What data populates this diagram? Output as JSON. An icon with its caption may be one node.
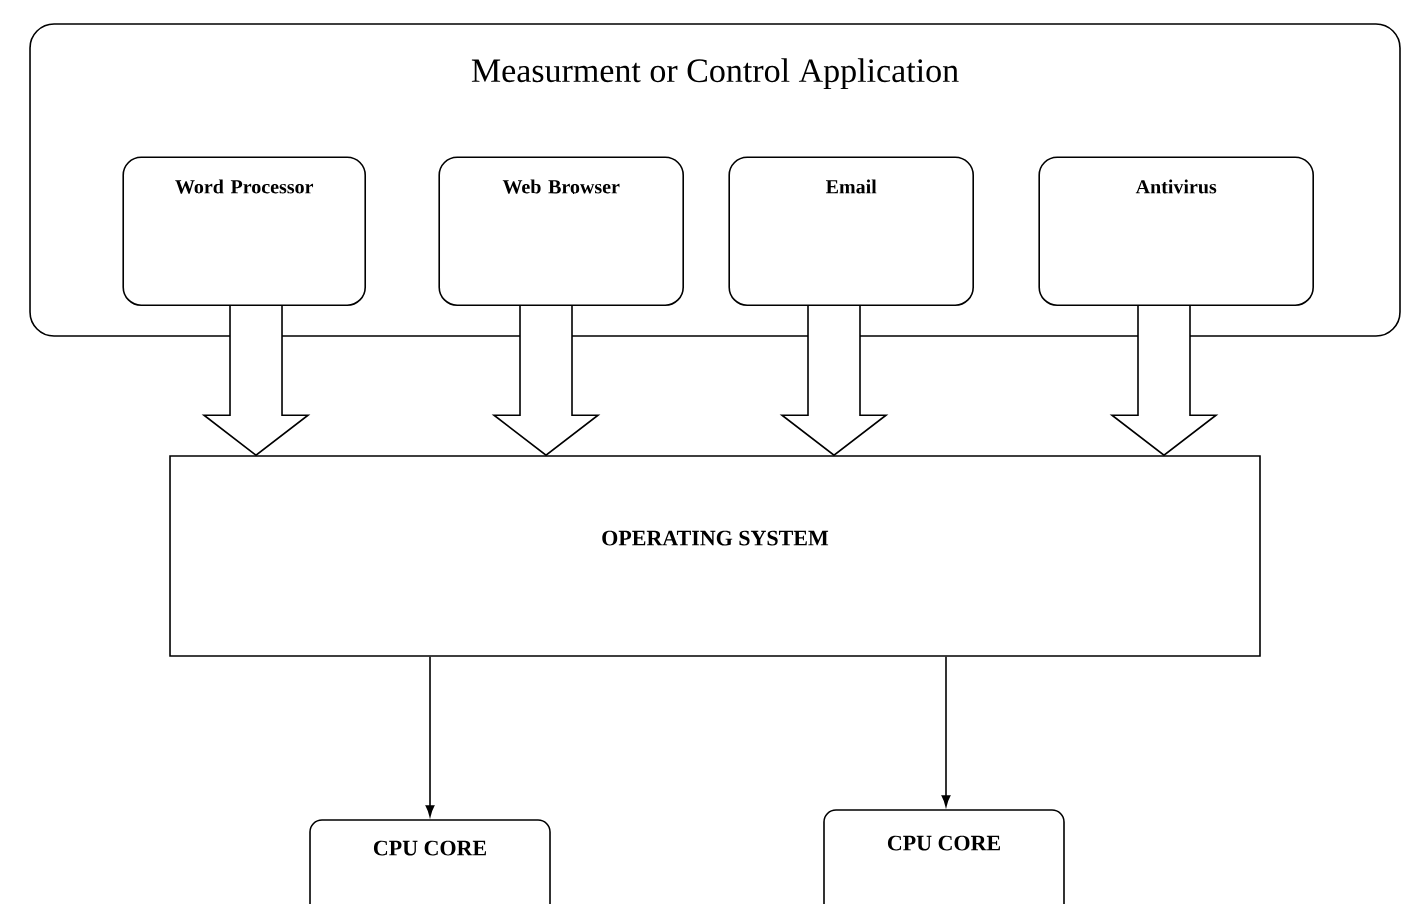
{
  "diagram": {
    "nodes": [
      {
        "text": [
          "Measurment or Control Application"
        ]
      },
      {
        "text": [
          "Word Processor"
        ],
        "in": 0
      },
      {
        "text": [
          "Web Browser"
        ],
        "in": 0
      },
      {
        "text": [
          "Email"
        ],
        "in": 0
      },
      {
        "text": [
          "Antivirus"
        ],
        "in": 0
      },
      {
        "text": [
          "OPERATING SYSTEM"
        ]
      },
      {
        "text": [
          "CPU CORE"
        ]
      },
      {
        "text": [
          "CPU CORE"
        ]
      }
    ],
    "edges": [
      {
        "from": 1,
        "to": 5,
        "arrow": "to",
        "style": "thick"
      },
      {
        "from": 2,
        "to": 5,
        "arrow": "to",
        "style": "thick"
      },
      {
        "from": 3,
        "to": 5,
        "arrow": "to",
        "style": "thick"
      },
      {
        "from": 4,
        "to": 5,
        "arrow": "to",
        "style": "thick"
      },
      {
        "from": 5,
        "to": 6,
        "arrow": "to"
      },
      {
        "from": 5,
        "to": 7,
        "arrow": "to"
      }
    ]
  }
}
